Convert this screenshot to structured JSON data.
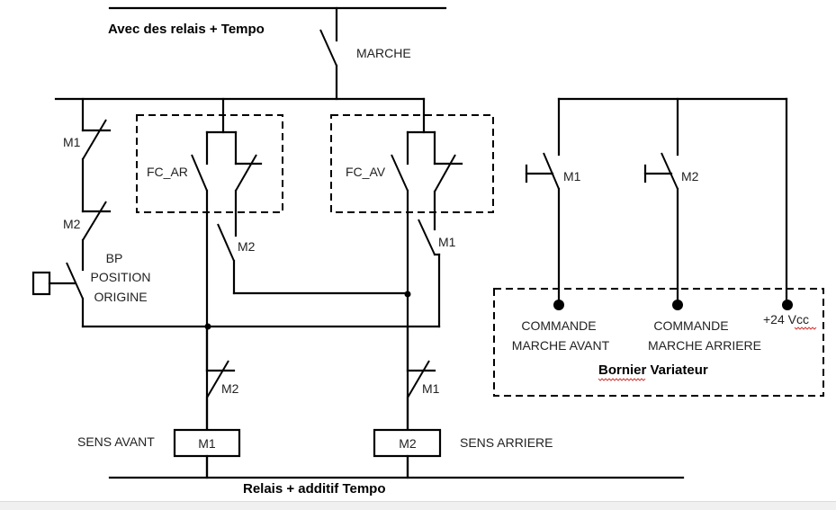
{
  "title_top": "Avec des relais + Tempo",
  "title_bottom": "Relais + additif Tempo",
  "switches": {
    "marche": "MARCHE",
    "m1_left": "M1",
    "m2_left": "M2",
    "bp_line1": "BP",
    "bp_line2": "POSITION",
    "bp_line3": "ORIGINE",
    "fc_ar": "FC_AR",
    "fc_av": "FC_AV",
    "m2_under_fcar": "M2",
    "m1_under_fcav": "M1",
    "m2_interlock": "M2",
    "m1_interlock": "M1",
    "m1_cmd": "M1",
    "m2_cmd": "M2"
  },
  "coils": {
    "left": {
      "label": "M1",
      "caption": "SENS AVANT"
    },
    "right": {
      "label": "M2",
      "caption": "SENS ARRIERE"
    }
  },
  "bornier": {
    "title": "Bornier Variateur",
    "terminals": [
      {
        "line1": "COMMANDE",
        "line2": "MARCHE AVANT"
      },
      {
        "line1": "COMMANDE",
        "line2": "MARCHE ARRIERE"
      },
      {
        "line1": "+24 Vcc",
        "line2": ""
      }
    ]
  }
}
